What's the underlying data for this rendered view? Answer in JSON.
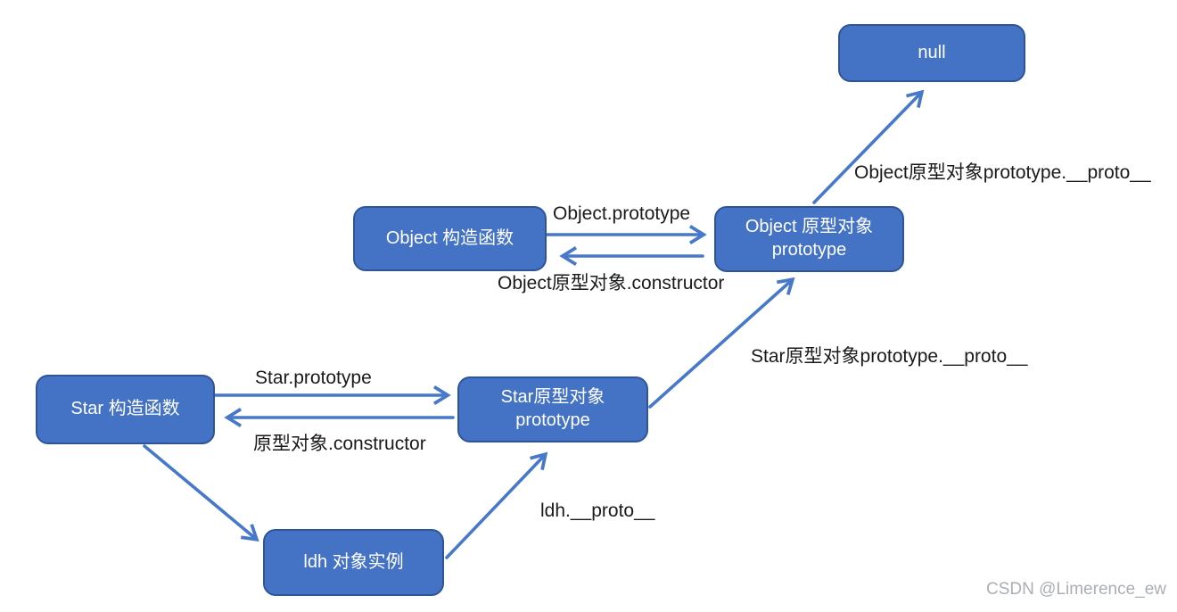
{
  "nodes": {
    "null_box": {
      "label": "null"
    },
    "object_constructor": {
      "label": "Object 构造函数"
    },
    "object_prototype": {
      "label": "Object 原型对象\nprototype"
    },
    "star_constructor": {
      "label": "Star 构造函数"
    },
    "star_prototype": {
      "label": "Star原型对象\nprototype"
    },
    "ldh_instance": {
      "label": "ldh 对象实例"
    }
  },
  "edge_labels": {
    "object_prototype_edge": "Object.prototype",
    "object_constructor_edge": "Object原型对象.constructor",
    "object_proto_chain_edge": "Object原型对象prototype.__proto__",
    "star_proto_chain_edge": "Star原型对象prototype.__proto__",
    "star_prototype_edge": "Star.prototype",
    "star_constructor_edge": "原型对象.constructor",
    "ldh_proto_edge": "ldh.__proto__"
  },
  "watermark": "CSDN @Limerence_ew",
  "colors": {
    "background": "#FFFFFF",
    "node_fill": "#4472C4",
    "node_border": "#2F5597",
    "node_text": "#FFFFFF",
    "arrow": "#4778C9",
    "label_text": "#1A1A1A",
    "watermark": "#ABAEB5"
  }
}
